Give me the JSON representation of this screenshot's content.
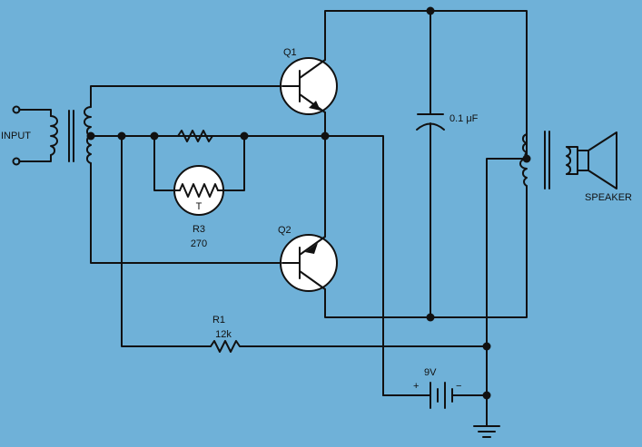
{
  "diagram": {
    "background": "#6fb1d8",
    "labels": {
      "input": "INPUT",
      "q1": "Q1",
      "q2": "Q2",
      "capacitor": "0.1 μF",
      "r1_name": "R1",
      "r1_value": "12k",
      "r3_name": "R3",
      "r3_value": "270",
      "thermistor_mark": "T",
      "battery": "9V",
      "battery_plus": "+",
      "battery_minus": "−",
      "speaker": "SPEAKER"
    },
    "icons": [
      "transformer-icon",
      "transistor-npn-icon",
      "transistor-pnp-icon",
      "resistor-icon",
      "thermistor-icon",
      "capacitor-icon",
      "battery-icon",
      "ground-icon",
      "speaker-icon"
    ]
  }
}
